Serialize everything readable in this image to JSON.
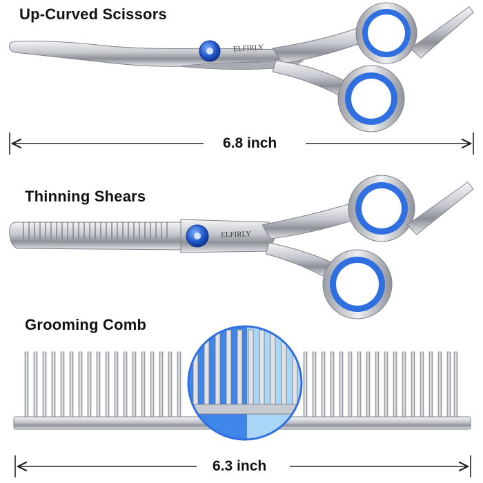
{
  "items": [
    {
      "label": "Up-Curved Scissors",
      "brand": "ELFIRLY"
    },
    {
      "label": "Thinning Shears",
      "brand": "ELFIRLY"
    },
    {
      "label": "Grooming Comb"
    }
  ],
  "dimensions": {
    "scissors_length": "6.8 inch",
    "comb_length": "6.3 inch"
  },
  "colors": {
    "accent_blue": "#2f6fe0",
    "steel": "#c9ccd2",
    "text": "#111111"
  }
}
